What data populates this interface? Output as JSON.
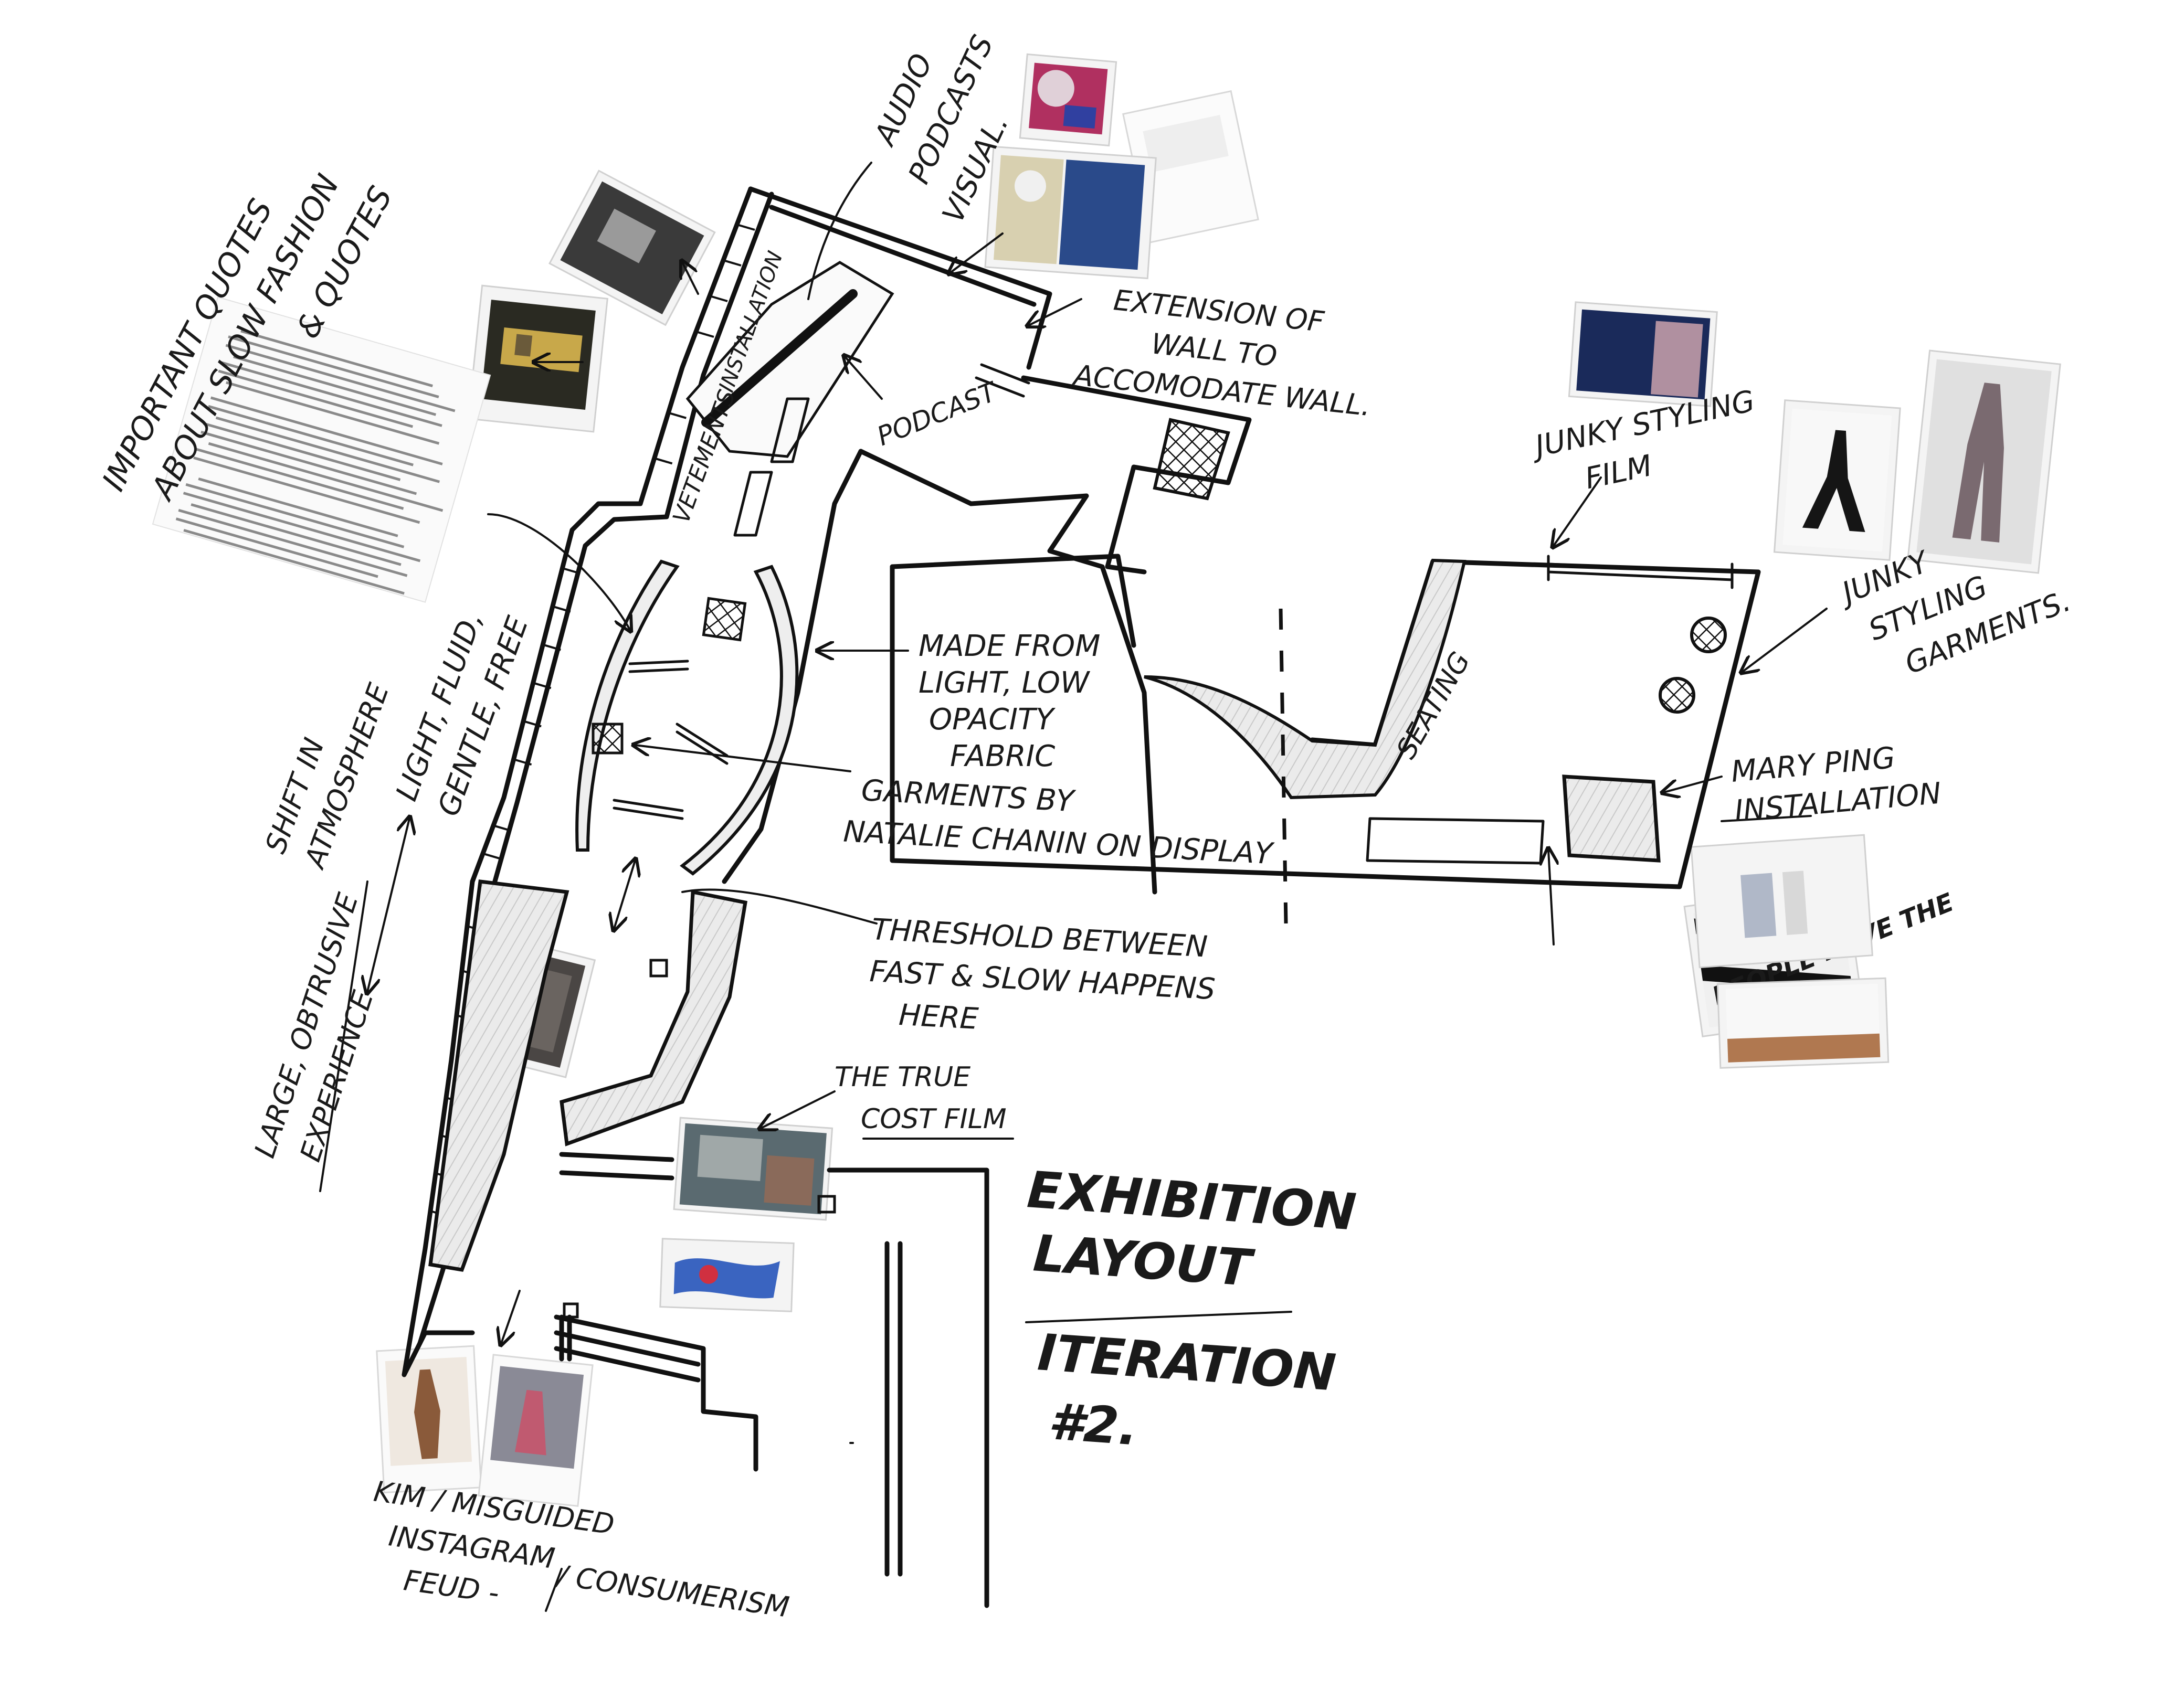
{
  "title": {
    "line1": "EXHIBITION",
    "line2": "LAYOUT",
    "line3": "ITERATION",
    "line4": "#2."
  },
  "annotations": {
    "important_quotes": [
      "IMPORTANT QUOTES",
      "ABOUT SLOW FASHION",
      "& QUOTES"
    ],
    "audio_podcasts": [
      "AUDIO",
      "PODCASTS",
      "VISUAL."
    ],
    "extension_wall": [
      "EXTENSION OF",
      "WALL TO",
      "ACCOMODATE WALL."
    ],
    "podcast": "PODCAST",
    "vetements": "VETEMENTS",
    "installation": "INSTALLATION",
    "junky_film": [
      "JUNKY STYLING",
      "FILM"
    ],
    "junky_garments": [
      "JUNKY",
      "STYLING",
      "GARMENTS."
    ],
    "seating": "SEATING",
    "made_from": [
      "MADE FROM",
      "LIGHT, LOW",
      "OPACITY",
      "FABRIC"
    ],
    "garments_by": [
      "GARMENTS BY",
      "NATALIE CHANIN ON DISPLAY"
    ],
    "mary_ping": [
      "MARY PING",
      "INSTALLATION"
    ],
    "threshold": [
      "THRESHOLD BETWEEN",
      "FAST & SLOW HAPPENS",
      "HERE"
    ],
    "true_cost": [
      "THE TRUE",
      "COST FILM"
    ],
    "shift": [
      "SHIFT IN",
      "ATMOSPHERE"
    ],
    "light_fluid": [
      "LIGHT, FLUID,",
      "GENTLE, FREE"
    ],
    "large_obtrusive": [
      "LARGE, OBTRUSIVE",
      "EXPERIENCE"
    ],
    "kim": [
      "KIM / MISGUIDED",
      "INSTAGRAM",
      "FEUD -"
    ],
    "consumerism": "/ CONSUMERISM"
  },
  "photos": {
    "people_poster": "PEOPLE HAVE THE"
  },
  "colors": {
    "ink": "#111111",
    "paper": "#ffffff",
    "shading": "#e4e4e4"
  }
}
